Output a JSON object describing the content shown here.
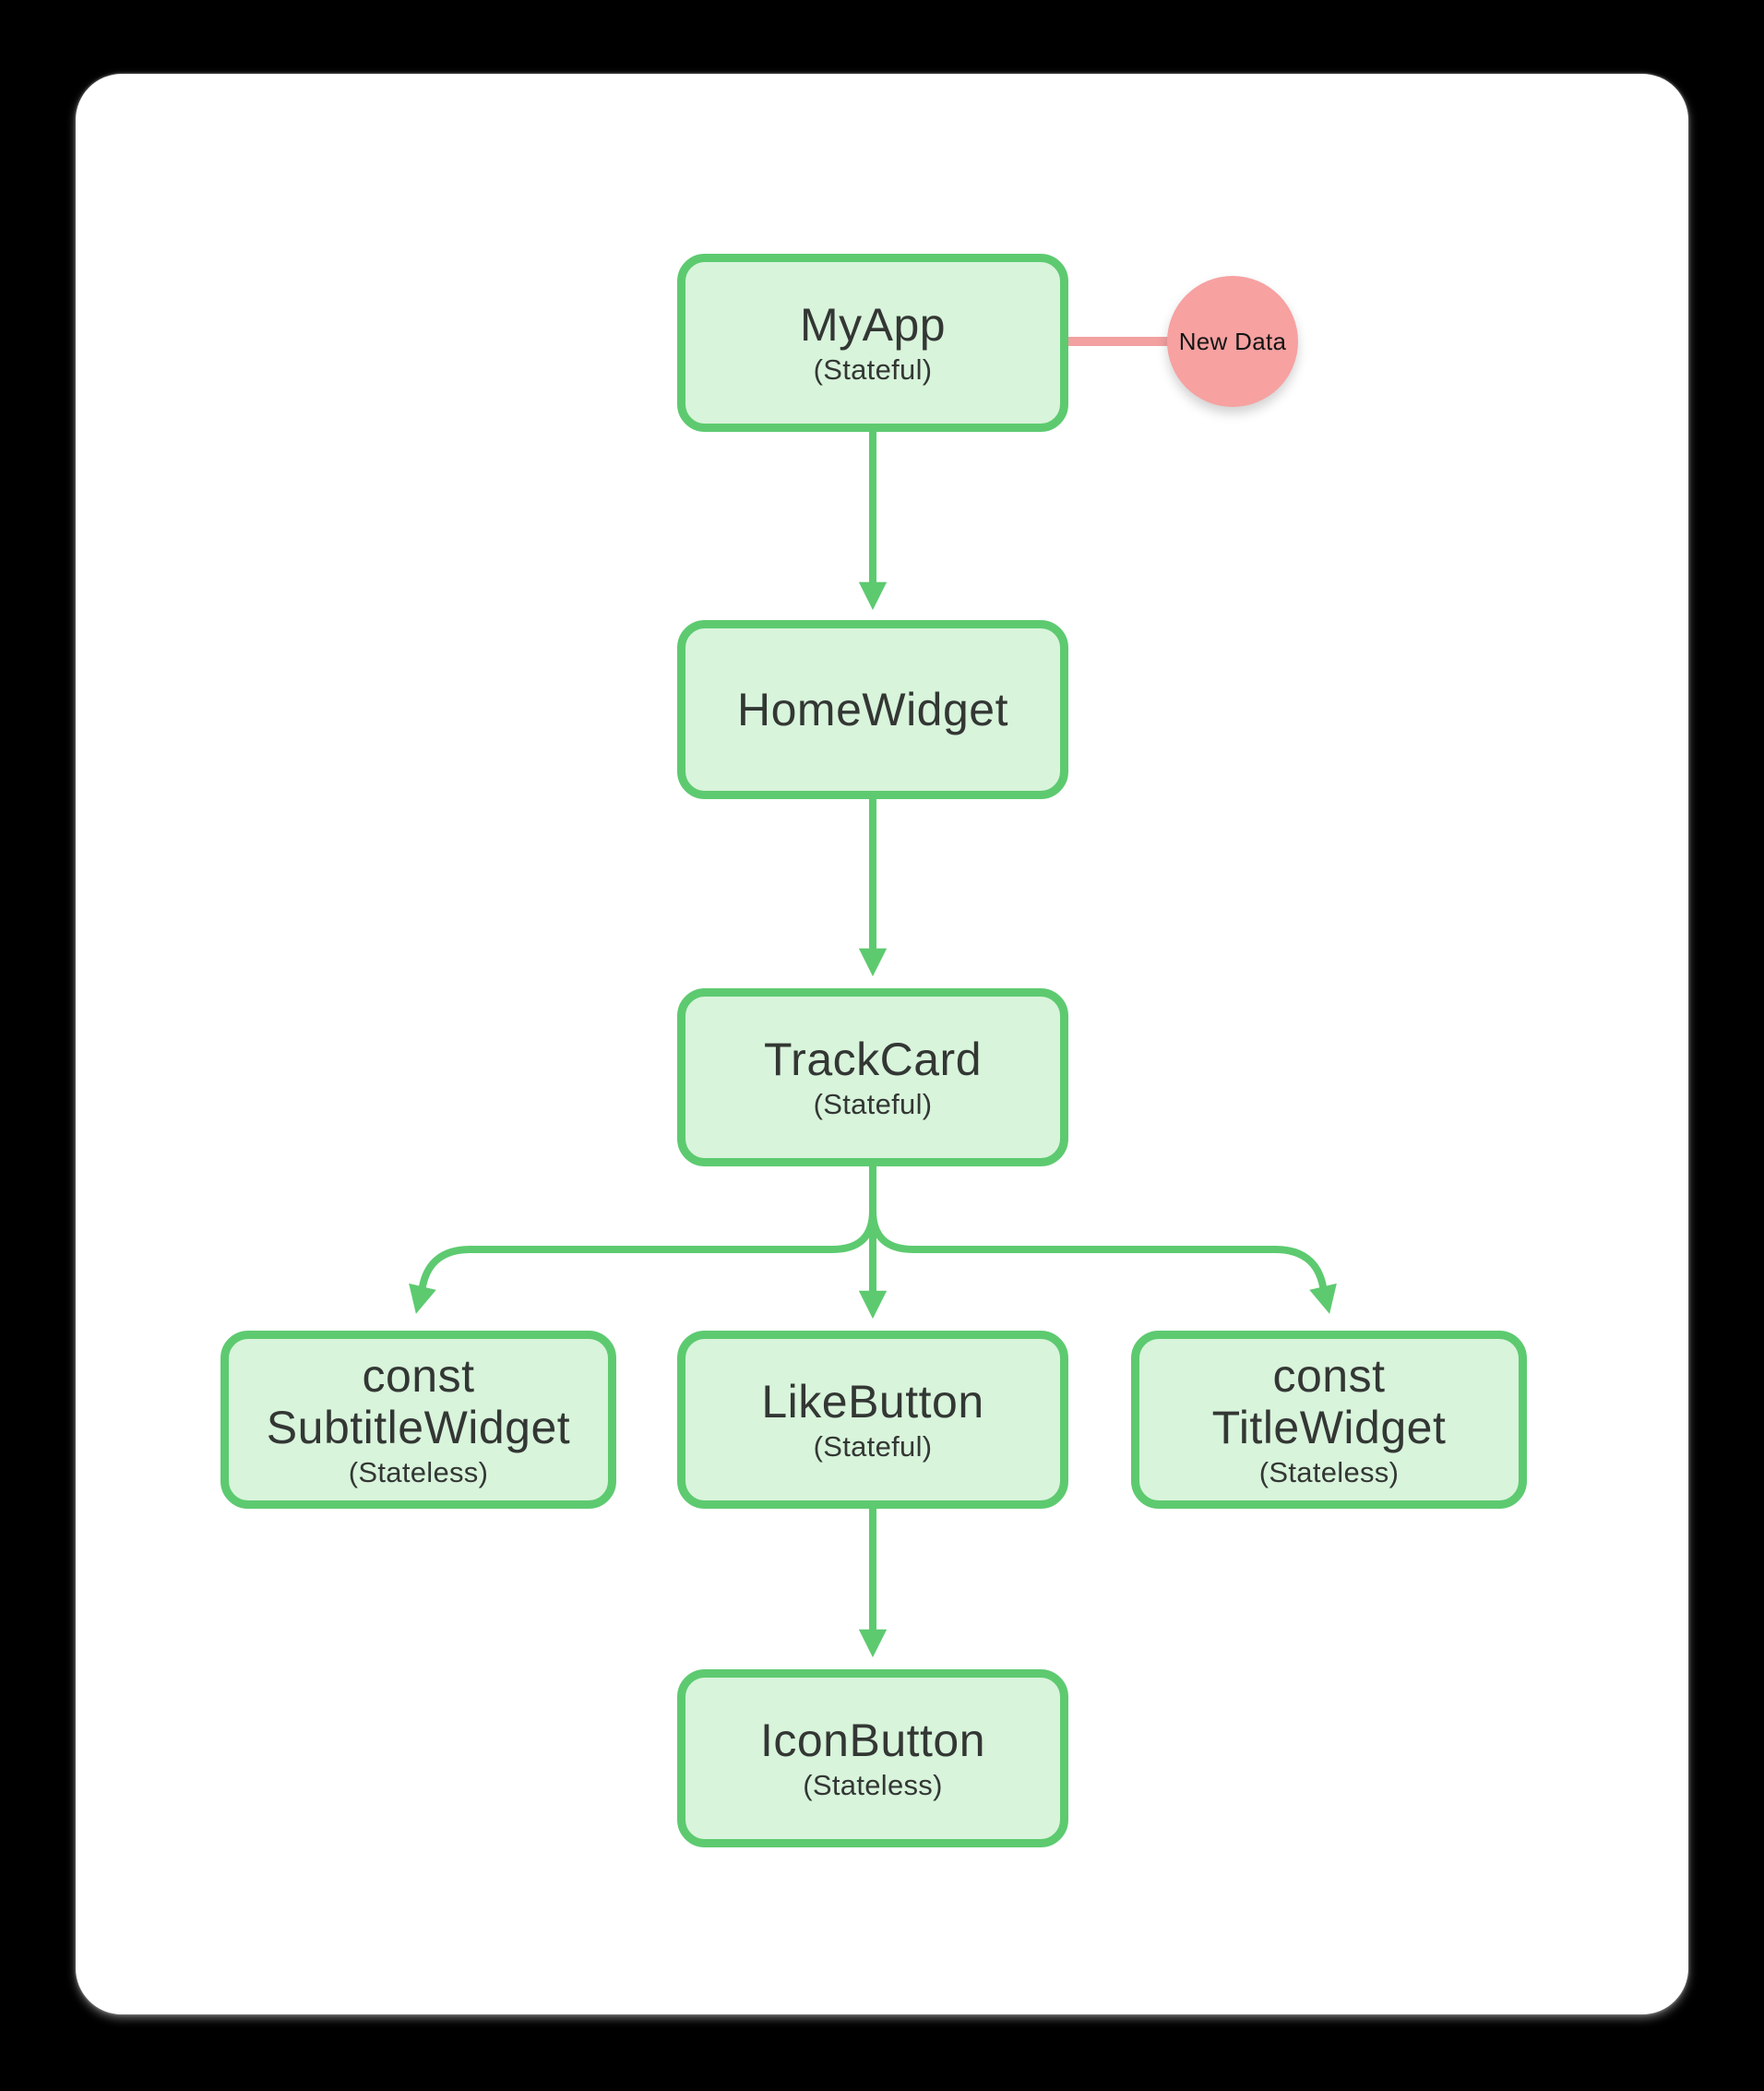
{
  "diagram": {
    "description": "Flutter widget tree flowchart",
    "background_color": "#000000",
    "card_background_color": "#ffffff",
    "colors": {
      "node_border": "#5dca70",
      "node_fill": "#d8f4db",
      "arrow": "#5dca70",
      "event_fill": "#f7a1a1",
      "event_line": "#f3a0a0",
      "text": "#333734"
    },
    "nodes": {
      "myapp": {
        "title": "MyApp",
        "subtitle": "(Stateful)"
      },
      "homewidget": {
        "title": "HomeWidget"
      },
      "trackcard": {
        "title": "TrackCard",
        "subtitle": "(Stateful)"
      },
      "subtitlewidget": {
        "title": "const",
        "title2": "SubtitleWidget",
        "subtitle": "(Stateless)"
      },
      "likebutton": {
        "title": "LikeButton",
        "subtitle": "(Stateful)"
      },
      "titlewidget": {
        "title": "const",
        "title2": "TitleWidget",
        "subtitle": "(Stateless)"
      },
      "iconbutton": {
        "title": "IconButton",
        "subtitle": "(Stateless)"
      }
    },
    "event_badge": {
      "label": "New Data"
    },
    "edges": [
      "MyApp -> HomeWidget",
      "HomeWidget -> TrackCard",
      "TrackCard -> const SubtitleWidget",
      "TrackCard -> LikeButton",
      "TrackCard -> const TitleWidget",
      "LikeButton -> IconButton",
      "New Data -> MyApp"
    ]
  }
}
